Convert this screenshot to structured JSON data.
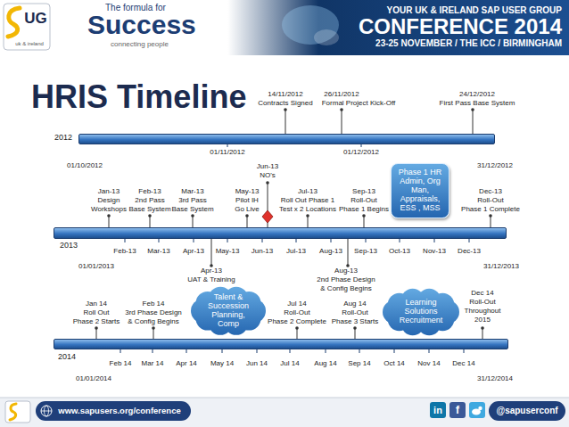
{
  "diagram": {
    "title": "HRIS Timeline",
    "nodes": [
      {
        "text": [
          "2012"
        ]
      },
      {
        "text": [
          "Phase 1 HR Admin, Org Man, Appraisals, ESS , MSS"
        ]
      },
      {
        "text": [
          "2013"
        ]
      },
      {
        "text": [
          "Talent & Succession Planning, Comp"
        ]
      },
      {
        "text": [
          "Learning Solutions Recruitment"
        ]
      },
      {
        "text": [
          "2014"
        ]
      }
    ],
    "labels": [
      "UG",
      "uk & ireland",
      "The formula for",
      "Success",
      "connecting people",
      "YOUR UK & IRELAND SAP USER GROUP",
      "CONFERENCE 2014",
      "23-25 NOVEMBER / THE ICC / BIRMINGHAM",
      "14/11/2012",
      "Contracts Signed",
      "26/11/2012",
      "Formal Project Kick-Off",
      "24/12/2012",
      "First Pass Base System",
      "01/11/2012",
      "01/12/2012",
      "01/10/2012",
      "31/12/2012",
      "Jun-13",
      "NO's",
      "Jan-13",
      "Design",
      "Workshops",
      "Feb-13",
      "2nd Pass",
      "Base System",
      "Mar-13",
      "3rd Pass",
      "Base System",
      "May-13",
      "Pilot IH",
      "Go Live",
      "Jul-13",
      "Roll Out Phase 1",
      "Test x 2 Locations",
      "Sep-13",
      "Roll-Out",
      "Phase 1 Begins",
      "Dec-13",
      "Roll-Out",
      "Phase 1 Complete",
      "Feb-13",
      "Mar-13",
      "Apr-13",
      "May-13",
      "Jun-13",
      "Jul-13",
      "Aug-13",
      "Sep-13",
      "Oct-13",
      "Nov-13",
      "Dec-13",
      "01/01/2013",
      "31/12/2013",
      "Apr-13",
      "UAT & Training",
      "Aug-13",
      "2nd Phase Design",
      "& Config Begins",
      "Dec 14",
      "Roll-Out",
      "Throughout",
      "2015",
      "Jan 14",
      "Roll Out",
      "Phase 2 Starts",
      "Feb 14",
      "3rd Phase Design",
      "& Config Begins",
      "Jul 14",
      "Roll-Out",
      "Phase 2 Complete",
      "Aug 14",
      "Roll-Out",
      "Phase 3 Starts",
      "Feb 14",
      "Mar 14",
      "Apr 14",
      "May 14",
      "Jun 14",
      "Jul 14",
      "Aug 14",
      "Sep 14",
      "Oct 14",
      "Nov 14",
      "Dec 14",
      "01/01/2014",
      "31/12/2014",
      "www.sapusers.org/conference",
      "in",
      "f",
      "@sapuserconf"
    ]
  }
}
